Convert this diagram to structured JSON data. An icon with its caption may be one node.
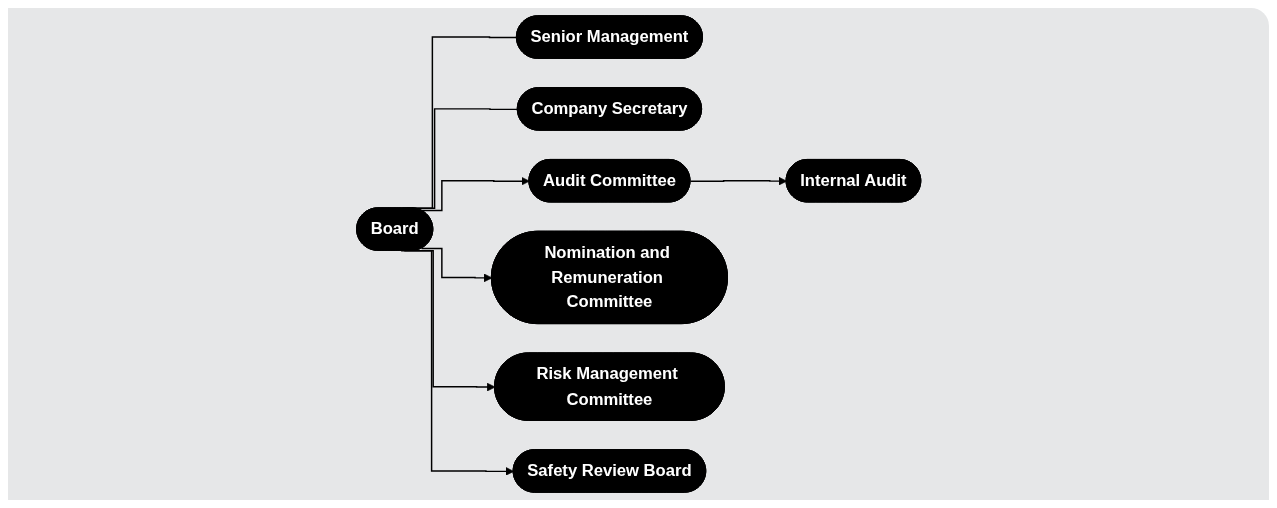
{
  "diagram": {
    "nodes": [
      {
        "text": [
          "Board"
        ]
      },
      {
        "text": [
          "Senior Management"
        ]
      },
      {
        "text": [
          "Company Secretary"
        ]
      },
      {
        "text": [
          "Audit Committee"
        ]
      },
      {
        "text": [
          "Nomination and Remuneration Committee"
        ]
      },
      {
        "text": [
          "Risk Management Committee"
        ]
      },
      {
        "text": [
          "Safety Review Board"
        ]
      },
      {
        "text": [
          "Internal Audit"
        ]
      }
    ],
    "edges": [
      {
        "from": 0,
        "to": 1,
        "arrow": "none"
      },
      {
        "from": 0,
        "to": 2,
        "arrow": "none"
      },
      {
        "from": 0,
        "to": 3,
        "arrow": "to"
      },
      {
        "from": 0,
        "to": 4,
        "arrow": "to"
      },
      {
        "from": 0,
        "to": 5,
        "arrow": "to"
      },
      {
        "from": 0,
        "to": 6,
        "arrow": "to"
      },
      {
        "from": 3,
        "to": 7,
        "arrow": "to"
      }
    ]
  }
}
